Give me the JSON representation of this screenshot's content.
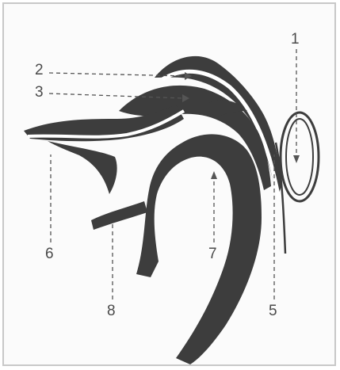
{
  "diagram": {
    "labels": [
      {
        "id": "1",
        "text": "1"
      },
      {
        "id": "2",
        "text": "2"
      },
      {
        "id": "3",
        "text": "3"
      },
      {
        "id": "5",
        "text": "5"
      },
      {
        "id": "6",
        "text": "6"
      },
      {
        "id": "7",
        "text": "7"
      },
      {
        "id": "8",
        "text": "8"
      }
    ],
    "colors": {
      "tissue": "#3d3d3d",
      "membrane": "#ffffff",
      "label": "#4a4a4a",
      "border": "#c8c8c8"
    }
  }
}
